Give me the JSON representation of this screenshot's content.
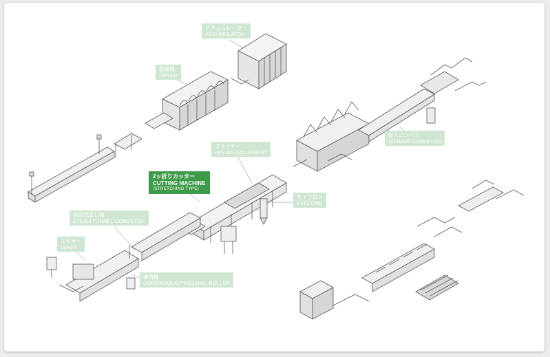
{
  "labels": {
    "accumulator": {
      "ja": "アキュムレーター",
      "en": "ACCUMULATOR"
    },
    "dryer": {
      "ja": "乾燥機",
      "en": "DRYER"
    },
    "frying": {
      "ja": "フライヤー",
      "en": "FRYING EQUIPMENT"
    },
    "cutting": {
      "ja": "2ッ折りカッター",
      "en": "CUTTING MACHINE",
      "sub": "(STRETCHING TYPE)"
    },
    "loader": {
      "ja": "投入コンベア",
      "en": "LOADER CONVEYOR"
    },
    "cyclone": {
      "ja": "サイクロン",
      "en": "CYCLONE"
    },
    "steam": {
      "ja": "多段式蒸し器",
      "en": "STEAM TUNNEL CONVEYOR"
    },
    "mixer": {
      "ja": "ミキサー",
      "en": "MIXER"
    },
    "roller": {
      "ja": "連続機",
      "en": "CONTINUOUS PRESSING ROLLER"
    }
  },
  "colors": {
    "label_bg": "#cfe6d2",
    "highlight_bg": "#3f9a49",
    "line_art": "#555555"
  }
}
